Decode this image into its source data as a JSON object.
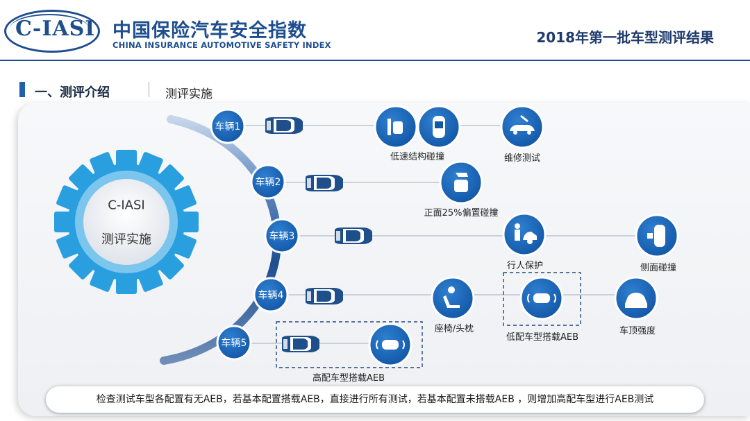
{
  "header": {
    "logo_text": "C-IASI",
    "brand_cn": "中国保险汽车安全指数",
    "brand_en": "CHINA INSURANCE AUTOMOTIVE SAFETY INDEX",
    "report_title": "2018年第一批车型测评结果"
  },
  "section": {
    "title": "一、测评介绍",
    "subtitle": "测评实施"
  },
  "gear": {
    "line1": "C-IASI",
    "line2": "测评实施"
  },
  "vehicles": [
    {
      "label": "车辆1"
    },
    {
      "label": "车辆2"
    },
    {
      "label": "车辆3"
    },
    {
      "label": "车辆4"
    },
    {
      "label": "车辆5"
    }
  ],
  "tests": {
    "low_speed": "低速结构碰撞",
    "repair": "维修测试",
    "front_offset": "正面25%偏置碰撞",
    "pedestrian": "行人保护",
    "side": "侧面碰撞",
    "seat": "座椅/头枕",
    "aeb_low": "低配车型搭载AEB",
    "roof": "车顶强度",
    "aeb_high": "高配车型搭载AEB"
  },
  "footer": {
    "note": "检查测试车型各配置有无AEB，若基本配置搭载AEB，直接进行所有测试，若基本配置未搭载AEB ，则增加高配车型进行AEB测试"
  },
  "colors": {
    "primary": "#1f5fae",
    "dark_navy": "#1f3a6d",
    "gear_blue": "#2a9fe0",
    "arc": "#24457c"
  }
}
